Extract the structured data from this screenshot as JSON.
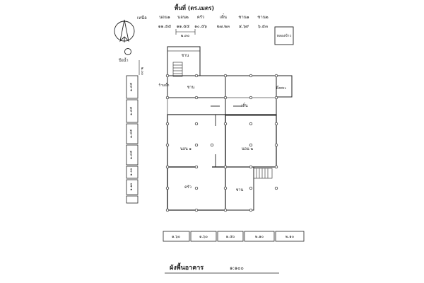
{
  "area_table": {
    "title": "พื้นที่ (ตร.เมตร)",
    "headers": [
      "นอน๑",
      "นอน๒",
      "ครัว",
      "เติ๋น",
      "ชาน๑",
      "ชาน๒"
    ],
    "values": [
      "๑๑.๕๕",
      "๑๑.๕๕",
      "๑๐.๕๖",
      "๒๗.๒๓",
      "๔.๖๙",
      "๖.๕๓"
    ]
  },
  "north_label": "เหนือ",
  "granary_label": "หลองข้าว",
  "water_jar_label": "ปีอน้ำ",
  "top_dimension": "๒.๓๐",
  "left_small_dimension": "๒.๐๐",
  "rooms": {
    "porch_top": "ชาน",
    "porch_main": "ชาน",
    "water_shelf": "ร้านน้ำ",
    "hearth": "หิ้งพระ",
    "living": "เติ๋น",
    "bedroom1": "นอน ๑",
    "bedroom2": "นอน ๒",
    "kitchen": "ครัว",
    "porch_lower": "ชาน"
  },
  "left_dimensions": [
    "๑.๔๕",
    "๑.๔๕",
    "๑.๔๕",
    "๑.๔๕",
    "๑.๐๐",
    "๑.๑๐"
  ],
  "bottom_dimensions": [
    "๑.๖๐",
    "๑.๖๐",
    "๑.๕๐",
    "๒.๑๐",
    "๒.๑๐"
  ],
  "footer": {
    "title": "ผังพื้นอาคาร",
    "scale": "๑:๑๐๐"
  }
}
